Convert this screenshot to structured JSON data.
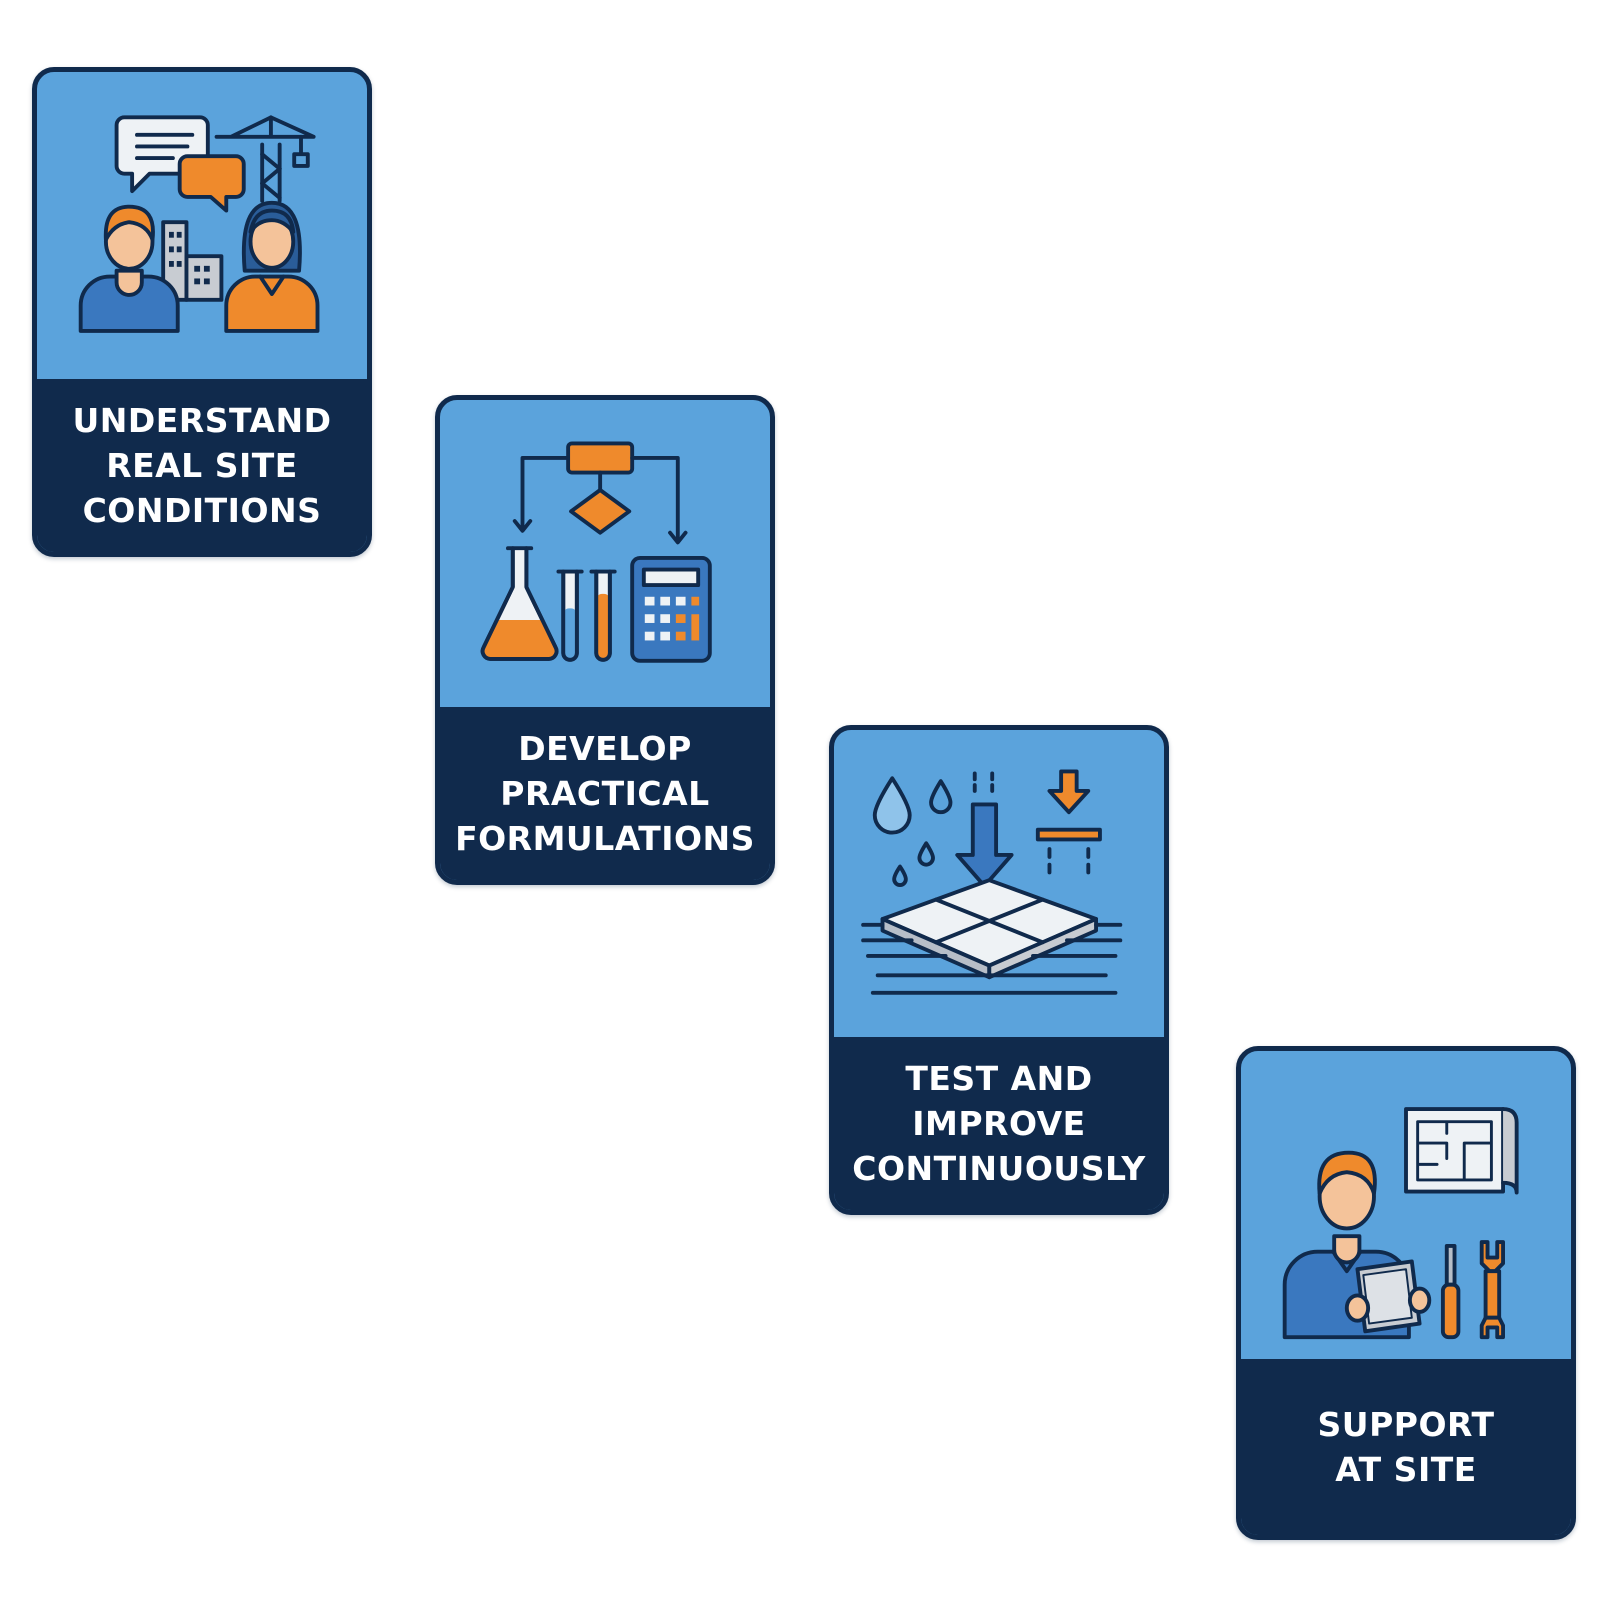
{
  "steps": [
    {
      "label": "UNDERSTAND\nREAL SITE\nCONDITIONS",
      "icon": "site-consultation-icon"
    },
    {
      "label": "DEVELOP\nPRACTICAL\nFORMULATIONS",
      "icon": "lab-formulation-icon"
    },
    {
      "label": "TEST AND\nIMPROVE\nCONTINUOUSLY",
      "icon": "tile-testing-icon"
    },
    {
      "label": "SUPPORT\nAT SITE",
      "icon": "site-support-icon"
    }
  ],
  "colors": {
    "card_blue": "#5ba3dc",
    "navy": "#102a4c",
    "orange": "#ef8a2c",
    "skin": "#f4c39a",
    "dark_blue": "#3a78bf"
  }
}
